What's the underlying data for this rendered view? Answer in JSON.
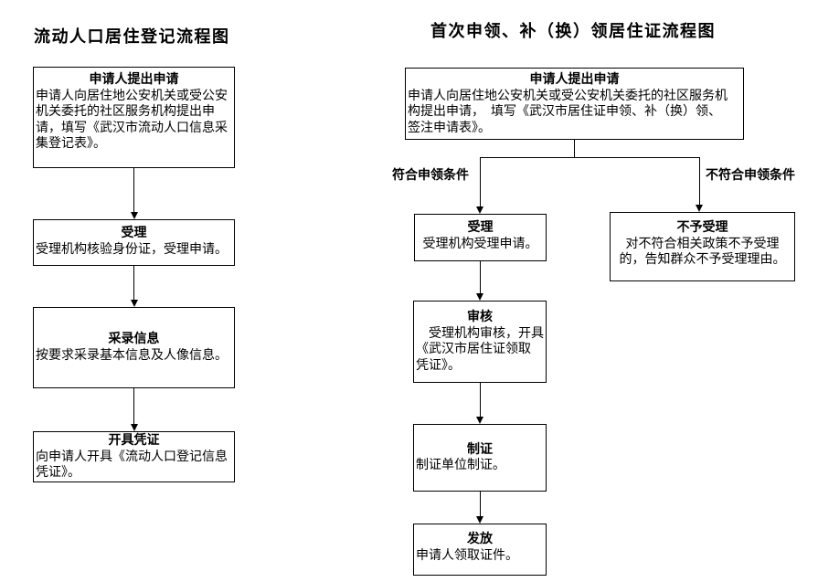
{
  "colors": {
    "line": "#000000",
    "background": "#ffffff",
    "text": "#000000"
  },
  "left_chart": {
    "title": "流动人口居住登记流程图",
    "steps": [
      {
        "name": "申请人提出申请",
        "desc": "申请人向居住地公安机关或受公安\n机关委托的社区服务机构提出申\n请，填写《武汉市流动人口信息采\n集登记表》。"
      },
      {
        "name": "受理",
        "desc": "受理机构核验身份证，受理申请。"
      },
      {
        "name": "采录信息",
        "desc": "按要求采录基本信息及人像信息。"
      },
      {
        "name": "开具凭证",
        "desc": "向申请人开具《流动人口登记信息\n凭证》。"
      }
    ]
  },
  "right_chart": {
    "title": "首次申领、补（换）领居住证流程图",
    "apply": {
      "name": "申请人提出申请",
      "desc": "申请人向居住地公安机关或受公安机关委托的社区服务机\n构提出申请，　填写《武汉市居住证申领、补（换）领、\n签注申请表》。"
    },
    "branch_yes": "符合申领条件",
    "branch_no": "不符合申领条件",
    "accept": {
      "name": "受理",
      "desc": "受理机构受理申请。"
    },
    "reject": {
      "name": "不予受理",
      "desc": "对不符合相关政策不予受理\n的，告知群众不予受理理由。"
    },
    "review": {
      "name": "审核",
      "desc": "　受理机构审核，开具\n《武汉市居住证领取\n凭证》。"
    },
    "produce": {
      "name": "制证",
      "desc": "制证单位制证。"
    },
    "issue": {
      "name": "发放",
      "desc": "申请人领取证件。"
    }
  }
}
